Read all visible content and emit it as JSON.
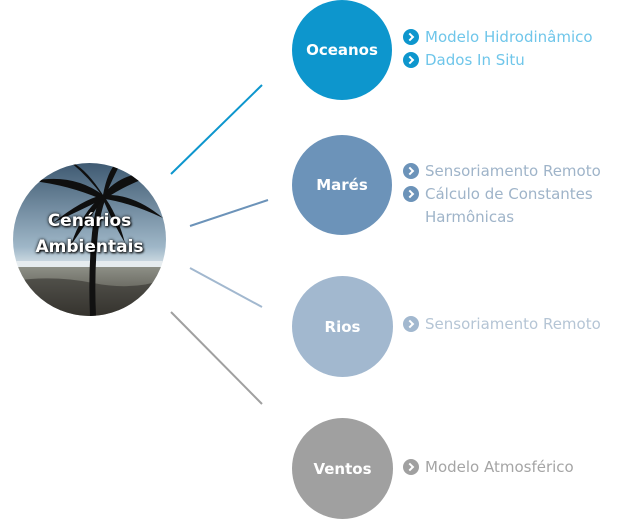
{
  "hub": {
    "line1": "Cenários",
    "line2": "Ambientais"
  },
  "nodes": [
    {
      "label": "Oceanos",
      "color": "#0d96cd",
      "items": [
        "Modelo Hidrodinâmico",
        "Dados In Situ"
      ]
    },
    {
      "label": "Marés",
      "color": "#6c93b9",
      "items": [
        "Sensoriamento Remoto",
        "Cálculo de Constantes Harmônicas"
      ]
    },
    {
      "label": "Rios",
      "color": "#a2b8cf",
      "items": [
        "Sensoriamento Remoto"
      ]
    },
    {
      "label": "Ventos",
      "color": "#a0a0a0",
      "items": [
        "Modelo Atmosférico"
      ]
    }
  ]
}
